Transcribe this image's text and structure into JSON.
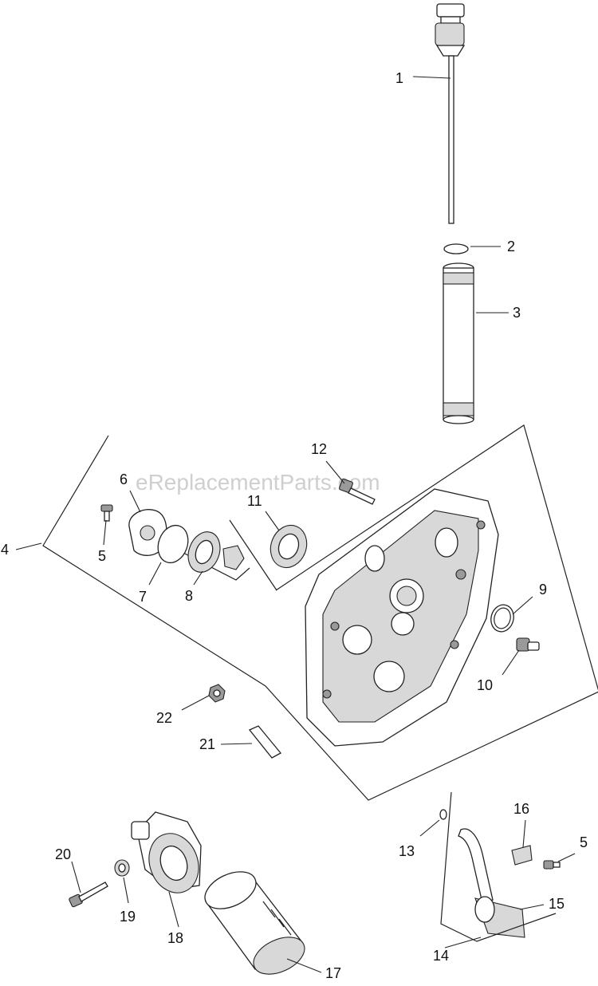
{
  "watermark": "eReplacementParts.com",
  "callouts": [
    "1",
    "2",
    "3",
    "4",
    "5",
    "6",
    "7",
    "8",
    "9",
    "10",
    "11",
    "12",
    "13",
    "14",
    "15",
    "16",
    "17",
    "18",
    "19",
    "20",
    "21",
    "22",
    "5"
  ]
}
